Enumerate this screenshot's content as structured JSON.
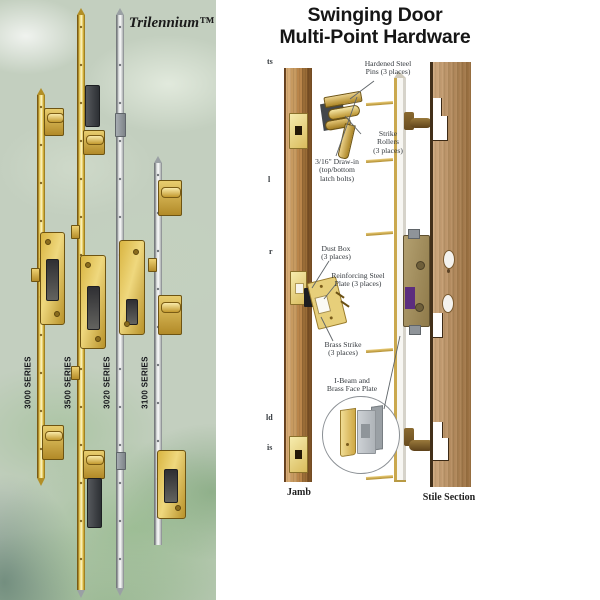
{
  "brand_panel": {
    "brand": "Trilennium™",
    "series": [
      {
        "label": "3000 SERIES"
      },
      {
        "label": "3500 SERIES"
      },
      {
        "label": "3020 SERIES"
      },
      {
        "label": "3100 SERIES"
      }
    ]
  },
  "diagram": {
    "title": {
      "line1": "Swinging Door",
      "line2": "Multi-Point Hardware"
    },
    "callouts": {
      "hardened_pins": {
        "line1": "Hardened Steel",
        "line2": "Pins (3 places)"
      },
      "strike_rollers": {
        "line1": "Strike",
        "line2": "Rollers",
        "line3": "(3 places)"
      },
      "draw_in": {
        "line1": "3/16\" Draw-in",
        "line2": "(top/bottom",
        "line3": "latch bolts)"
      },
      "dust_box": {
        "line1": "Dust Box",
        "line2": "(3 places)"
      },
      "reinforcing_plate": {
        "line1": "Reinforcing Steel",
        "line2": "Plate (3 places)"
      },
      "brass_strike": {
        "line1": "Brass Strike",
        "line2": "(3 places)"
      },
      "i_beam": {
        "line1": "I-Beam and",
        "line2": "Brass Face Plate"
      }
    },
    "footer_labels": {
      "jamb": "Jamb",
      "stile_section": "Stile Section"
    },
    "edge_fragments": {
      "f1": "ts",
      "f2": "l",
      "f3": "r",
      "f4": "ld",
      "f5": "is"
    }
  },
  "colors": {
    "brass_gold": "#e0be44",
    "silver": "#d9dcdd",
    "wood": "#b5793f",
    "lock_purple": "#5c2d7e",
    "earth_green": "#9cbf92",
    "title_text": "#161616"
  }
}
